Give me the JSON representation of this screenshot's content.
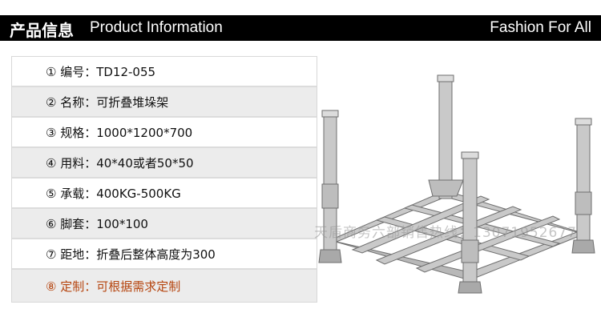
{
  "header": {
    "title_cn": "产品信息",
    "title_en": "Product Information",
    "slogan": "Fashion For All"
  },
  "specs": [
    {
      "text": "① 编号：TD12-055"
    },
    {
      "text": "② 名称：可折叠堆垛架"
    },
    {
      "text": "③ 规格：1000*1200*700"
    },
    {
      "text": "④ 用料：40*40或者50*50"
    },
    {
      "text": "⑤ 承载：400KG-500KG"
    },
    {
      "text": "⑥ 脚套：100*100"
    },
    {
      "text": "⑦ 距地：折叠后整体高度为300"
    },
    {
      "text": "⑧ 定制：可根据需求定制"
    }
  ],
  "watermark": "天盾商务六部销售热线：13071952677",
  "colors": {
    "accent": "#b5440e",
    "header_bg": "#000000",
    "row_alt": "#ececec"
  }
}
